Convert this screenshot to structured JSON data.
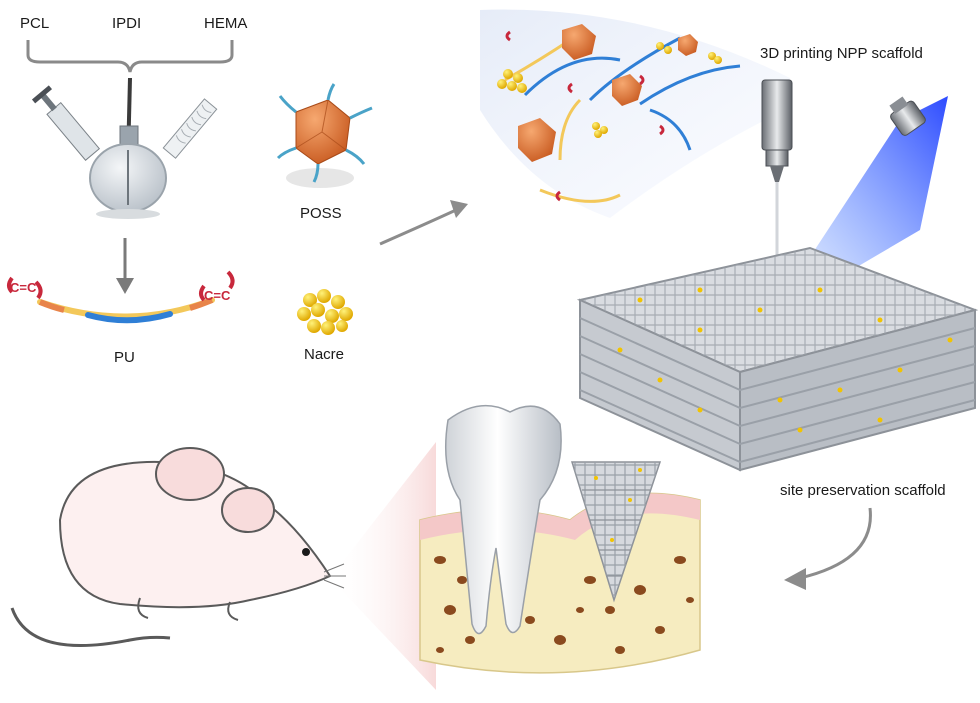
{
  "labels": {
    "pcl": "PCL",
    "ipdi": "IPDI",
    "hema": "HEMA",
    "pu": "PU",
    "poss": "POSS",
    "nacre": "Nacre",
    "printing": "3D printing NPP scaffold",
    "site": "site preservation scaffold",
    "cc_left": "C=C",
    "cc_right": "C=C"
  },
  "colors": {
    "poss_orange": "#e8844a",
    "nacre_yellow": "#f2c400",
    "chain_blue": "#2f7fd6",
    "chain_yellow": "#f3c85a",
    "chain_red": "#c8283c",
    "uv_blue": "#1e4fff",
    "scaffold_grey": "#c9ccd2",
    "bone_cream": "#f6ecc0",
    "bone_pore": "#8a4a1e",
    "gum_pink": "#f4c8c8",
    "arrow_grey": "#8c8c8c"
  }
}
